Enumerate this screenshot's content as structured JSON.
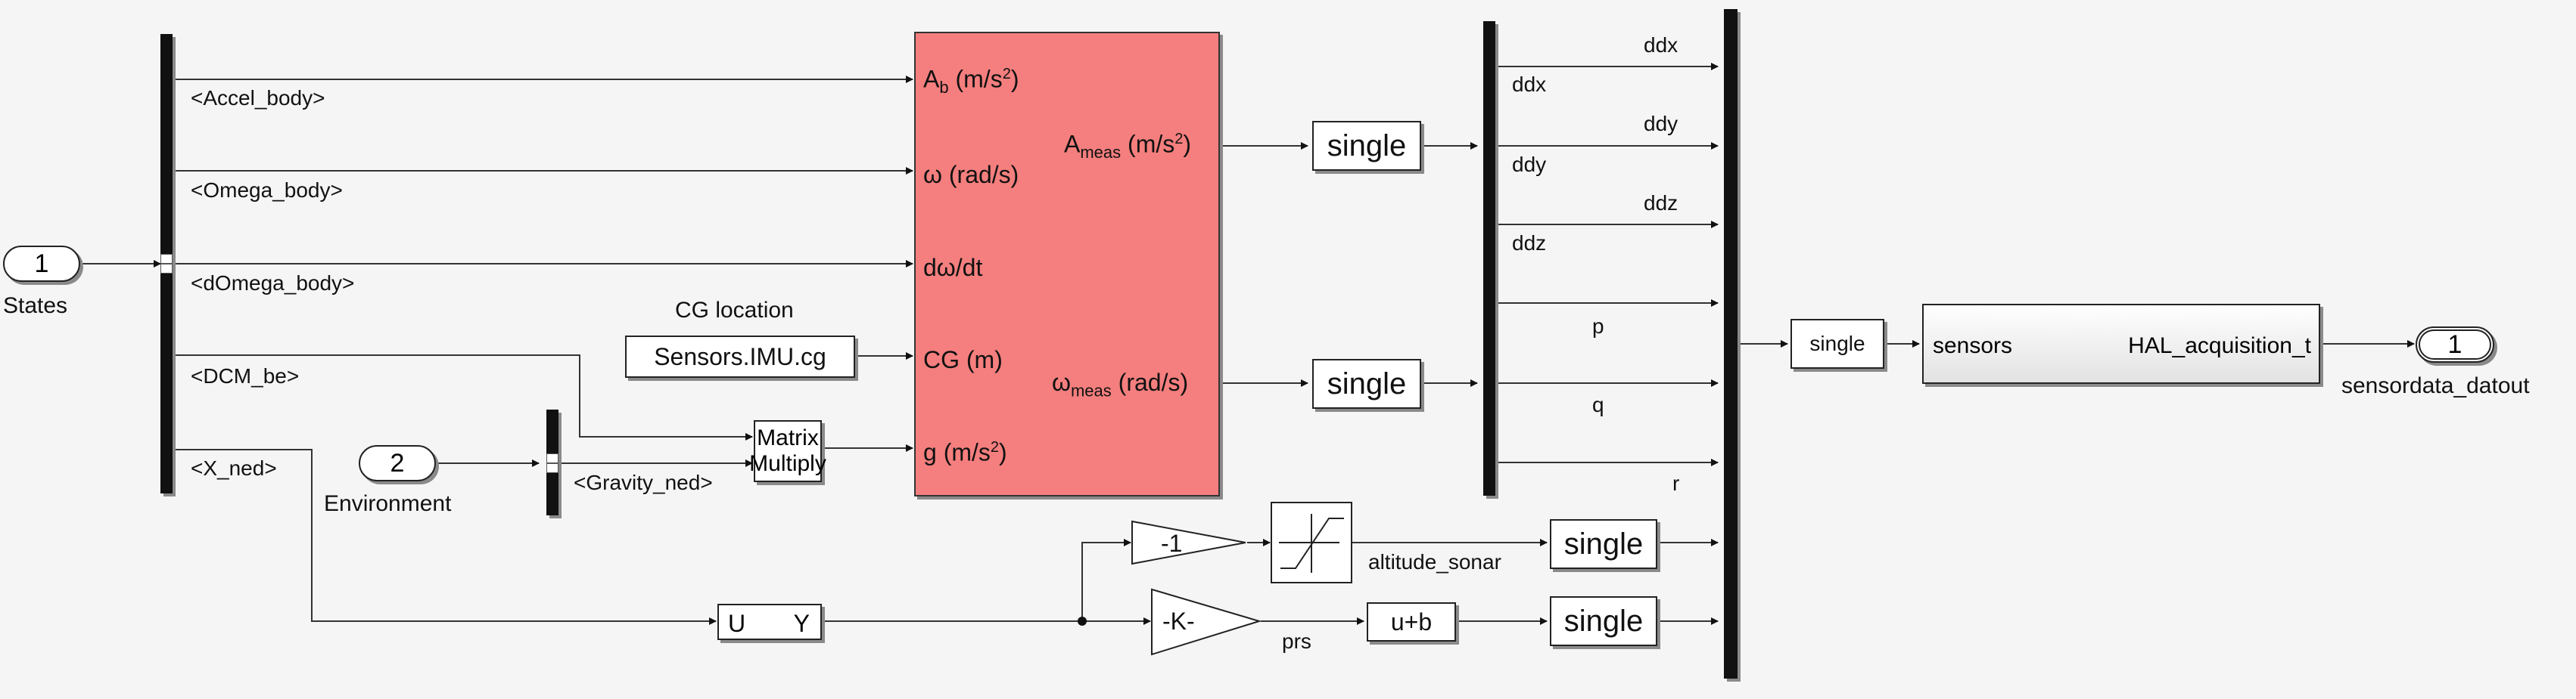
{
  "inports": [
    {
      "number": "1",
      "name": "States"
    },
    {
      "number": "2",
      "name": "Environment"
    }
  ],
  "outport": {
    "number": "1",
    "name": "sensordata_datout"
  },
  "states_bus_signals": [
    "<Accel_body>",
    "<Omega_body>",
    "<dOmega_body>",
    "<DCM_be>",
    "<X_ned>"
  ],
  "env_bus_signal": "<Gravity_ned>",
  "cg_constant": {
    "title": "CG location",
    "value": "Sensors.IMU.cg"
  },
  "matrix_multiply": {
    "line1": "Matrix",
    "line2": "Multiply"
  },
  "imu": {
    "inputs": [
      {
        "text": "A",
        "sub": "b",
        "unit": "(m/s",
        "sup": "2",
        "close": ")"
      },
      {
        "text": "ω (rad/s)"
      },
      {
        "text": "dω/dt"
      },
      {
        "text": "CG (m)"
      },
      {
        "text": "g  (m/s",
        "sup": "2",
        "close": ")"
      }
    ],
    "outputs": [
      {
        "text": "A",
        "sub": "meas",
        "unit": "(m/s",
        "sup": "2",
        "close": ")"
      },
      {
        "text": "ω",
        "sub": "meas",
        "unit": "(rad/s)"
      }
    ]
  },
  "convert": "single",
  "gain_neg1": "-1",
  "gain_k": "-K-",
  "bias": "u+b",
  "selector": {
    "u": "U",
    "y": "Y"
  },
  "labels": {
    "altitude_sonar": "altitude_sonar",
    "prs": "prs"
  },
  "demux_outputs": [
    "ddx",
    "ddy",
    "ddz"
  ],
  "bus_inputs": [
    "ddx",
    "ddy",
    "ddz",
    "p",
    "q",
    "r"
  ],
  "bus_to_sensors": {
    "label": "sensors",
    "output": "HAL_acquisition_t"
  },
  "colors": {
    "imu_fill": "#f47f7e",
    "background": "#f5f5f5"
  }
}
